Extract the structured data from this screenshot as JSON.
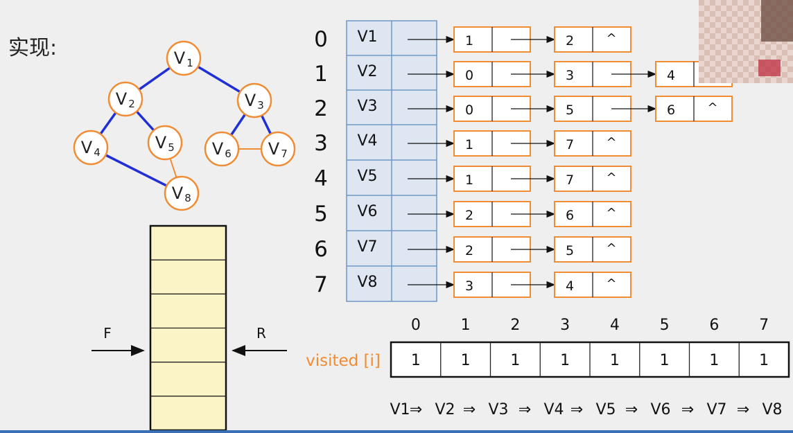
{
  "title": "实现:",
  "graph": {
    "nodes": [
      {
        "id": "v1",
        "label": "V",
        "sub": "1"
      },
      {
        "id": "v2",
        "label": "V",
        "sub": "2"
      },
      {
        "id": "v3",
        "label": "V",
        "sub": "3"
      },
      {
        "id": "v4",
        "label": "V",
        "sub": "4"
      },
      {
        "id": "v5",
        "label": "V",
        "sub": "5"
      },
      {
        "id": "v6",
        "label": "V",
        "sub": "6"
      },
      {
        "id": "v7",
        "label": "V",
        "sub": "7"
      },
      {
        "id": "v8",
        "label": "V",
        "sub": "8"
      }
    ],
    "edges": [
      {
        "from": "v1",
        "to": "v2",
        "visited": true
      },
      {
        "from": "v1",
        "to": "v3",
        "visited": true
      },
      {
        "from": "v2",
        "to": "v4",
        "visited": true
      },
      {
        "from": "v2",
        "to": "v5",
        "visited": true
      },
      {
        "from": "v3",
        "to": "v6",
        "visited": true
      },
      {
        "from": "v3",
        "to": "v7",
        "visited": true
      },
      {
        "from": "v4",
        "to": "v8",
        "visited": true
      },
      {
        "from": "v5",
        "to": "v8",
        "visited": false
      },
      {
        "from": "v6",
        "to": "v7",
        "visited": false
      }
    ]
  },
  "adjacency": {
    "rows": [
      {
        "index": "0",
        "vertex": "V1",
        "neighbors": [
          "1",
          "2"
        ]
      },
      {
        "index": "1",
        "vertex": "V2",
        "neighbors": [
          "0",
          "3",
          "4"
        ]
      },
      {
        "index": "2",
        "vertex": "V3",
        "neighbors": [
          "0",
          "5",
          "6"
        ]
      },
      {
        "index": "3",
        "vertex": "V4",
        "neighbors": [
          "1",
          "7"
        ]
      },
      {
        "index": "4",
        "vertex": "V5",
        "neighbors": [
          "1",
          "7"
        ]
      },
      {
        "index": "5",
        "vertex": "V6",
        "neighbors": [
          "2",
          "6"
        ]
      },
      {
        "index": "6",
        "vertex": "V7",
        "neighbors": [
          "2",
          "5"
        ]
      },
      {
        "index": "7",
        "vertex": "V8",
        "neighbors": [
          "3",
          "4"
        ]
      }
    ],
    "null_symbol": "^"
  },
  "queue": {
    "front_label": "F",
    "rear_label": "R",
    "cells": [
      "",
      "",
      "",
      "",
      "",
      ""
    ]
  },
  "visited": {
    "label": "visited [i]",
    "indices": [
      "0",
      "1",
      "2",
      "3",
      "4",
      "5",
      "6",
      "7"
    ],
    "values": [
      "1",
      "1",
      "1",
      "1",
      "1",
      "1",
      "1",
      "1"
    ]
  },
  "traversal": [
    "V1",
    "V2",
    "V3",
    "V4",
    "V5",
    "V6",
    "V7",
    "V8"
  ],
  "traversal_arrow": "⇒",
  "colors": {
    "orange": "#f08c33",
    "node_fill": "#ffffff",
    "visited_edge": "#1f2fd6",
    "unvisited_edge": "#f08c33",
    "table_fill": "#dde6f1",
    "table_border": "#6f97c6",
    "queue_fill": "#fbf4c6"
  }
}
